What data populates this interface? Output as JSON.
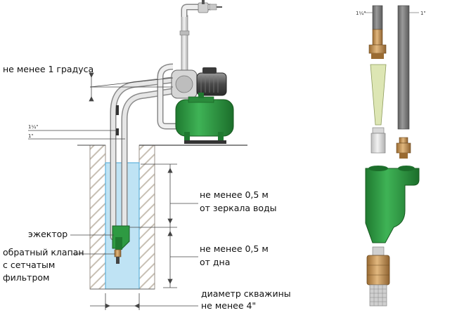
{
  "labels": {
    "slope": "не менее 1 градуса",
    "pipe_a": "1¼\"",
    "pipe_b": "1\"",
    "above_water_l1": "не менее 0,5 м",
    "above_water_l2": "от зеркала воды",
    "above_bottom_l1": "не менее 0,5 м",
    "above_bottom_l2": "от дна",
    "ejector": "эжектор",
    "valve_l1": "обратный клапан",
    "valve_l2": "с сетчатым",
    "valve_l3": "фильтром",
    "diameter_l1": "диаметр скважины",
    "diameter_l2": "не менее 4\"",
    "kit_pipe_a": "1¼\"",
    "kit_pipe_b": "1\""
  },
  "colors": {
    "water": "#bfe3f4",
    "water_edge": "#5fb2dc",
    "hatch": "#c8c0b4",
    "tank_green": "#2e9a42",
    "tank_dark": "#1f7a30",
    "pipe_gray": "#d8d8d8",
    "dark_pipe": "#7a7a7a",
    "brass": "#c99a5c",
    "venturi": "#dde6b4"
  }
}
